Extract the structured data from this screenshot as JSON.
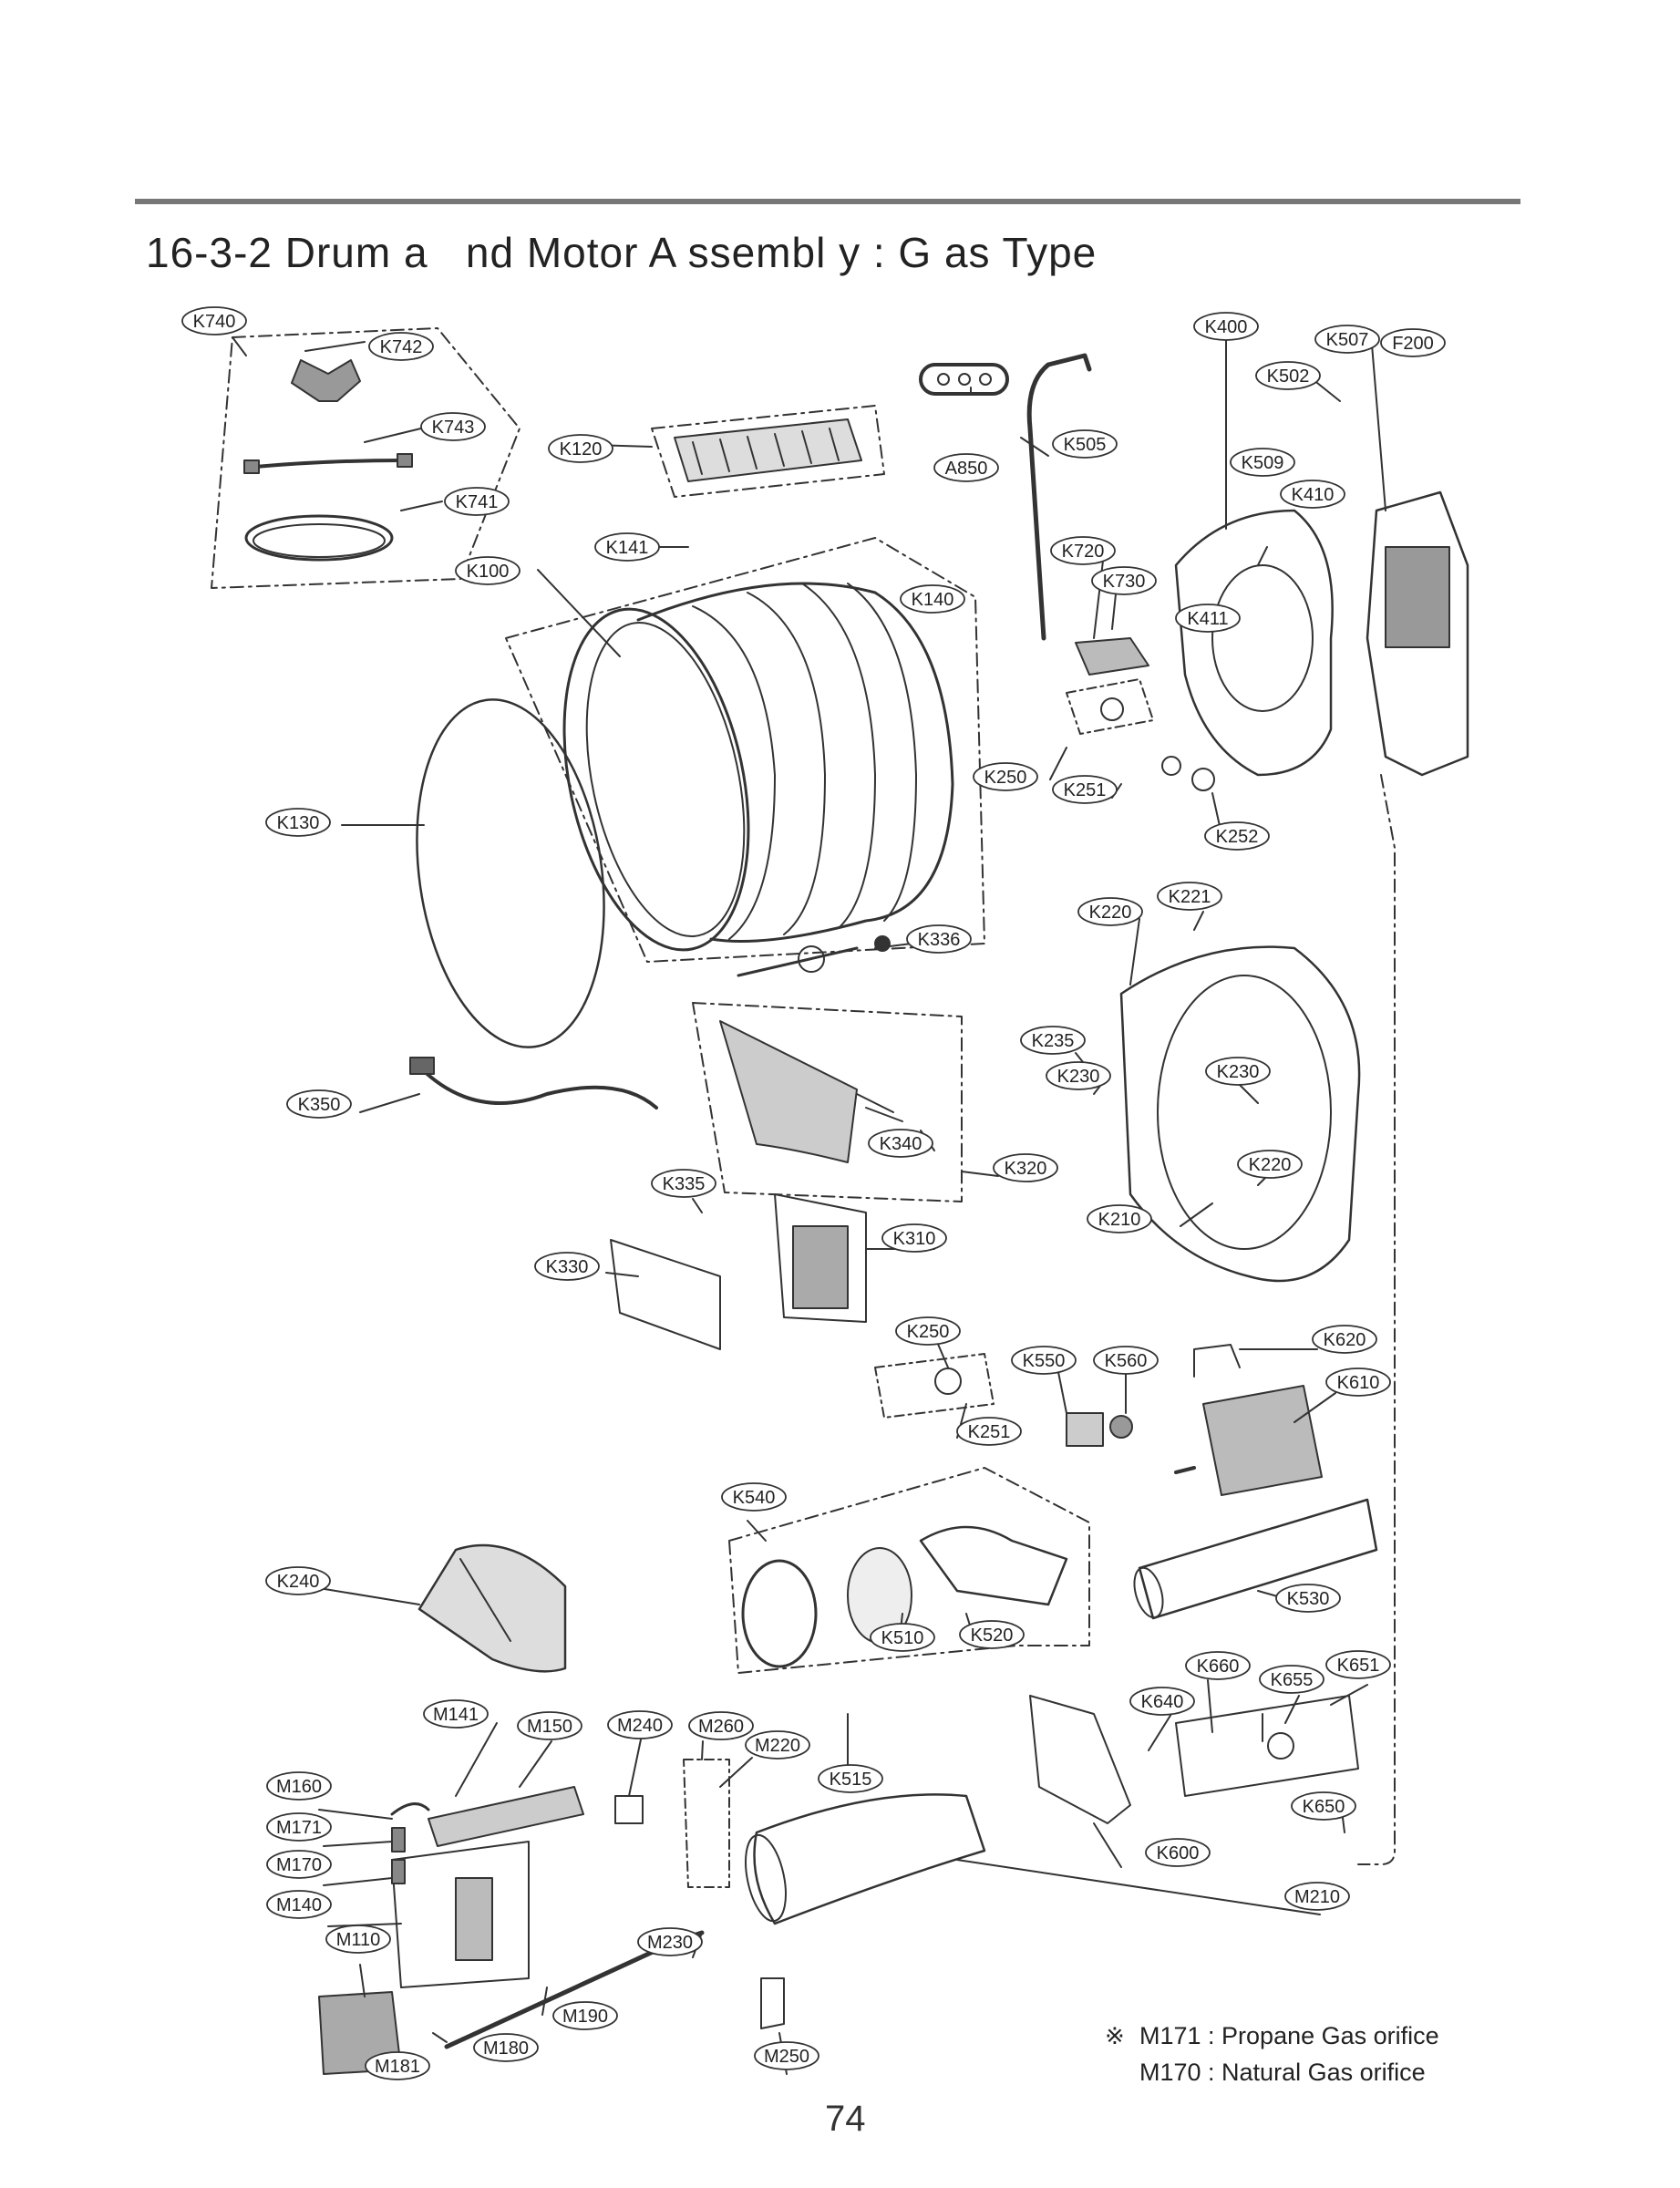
{
  "page": {
    "title": "16-3-2 Drum a   nd Motor A ssembl y : G as Type",
    "page_number": "74"
  },
  "notes": {
    "symbol": "※",
    "lines": [
      "M171 : Propane Gas orifice",
      "M170 : Natural Gas orifice"
    ]
  },
  "colors": {
    "line": "#333333",
    "rule": "#777777"
  },
  "part_labels": [
    "K740",
    "K742",
    "K743",
    "K741",
    "K120",
    "A850",
    "K505",
    "K400",
    "K507",
    "F200",
    "K502",
    "K509",
    "K410",
    "K141",
    "K100",
    "K140",
    "K720",
    "K730",
    "K411",
    "K250",
    "K251",
    "K252",
    "K130",
    "K336",
    "K221",
    "K220",
    "K235",
    "K350",
    "K230",
    "K340",
    "K320",
    "K335",
    "K310",
    "K210",
    "K330",
    "K620",
    "K550",
    "K560",
    "K610",
    "K540",
    "K240",
    "K530",
    "K510",
    "K520",
    "K660",
    "K651",
    "K655",
    "K640",
    "M141",
    "M150",
    "M240",
    "M260",
    "M220",
    "K515",
    "M160",
    "M171",
    "M170",
    "M140",
    "M110",
    "M230",
    "M190",
    "M180",
    "M181",
    "M250",
    "K600",
    "K650",
    "M210"
  ]
}
